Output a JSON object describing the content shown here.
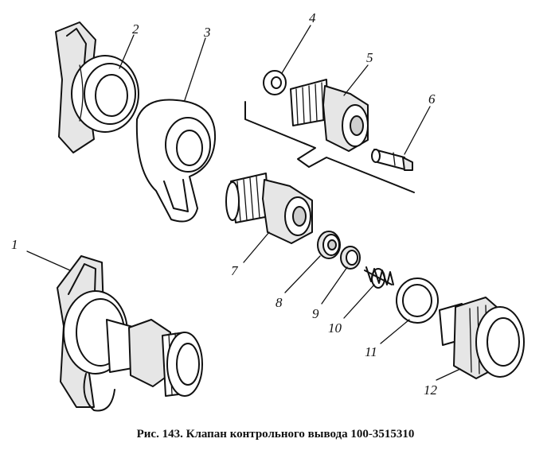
{
  "figure": {
    "caption": "Рис. 143. Клапан контрольного вывода 100-3515310",
    "parts": [
      {
        "number": "1"
      },
      {
        "number": "2"
      },
      {
        "number": "3"
      },
      {
        "number": "4"
      },
      {
        "number": "5"
      },
      {
        "number": "6"
      },
      {
        "number": "7"
      },
      {
        "number": "8"
      },
      {
        "number": "9"
      },
      {
        "number": "10"
      },
      {
        "number": "11"
      },
      {
        "number": "12"
      }
    ]
  }
}
